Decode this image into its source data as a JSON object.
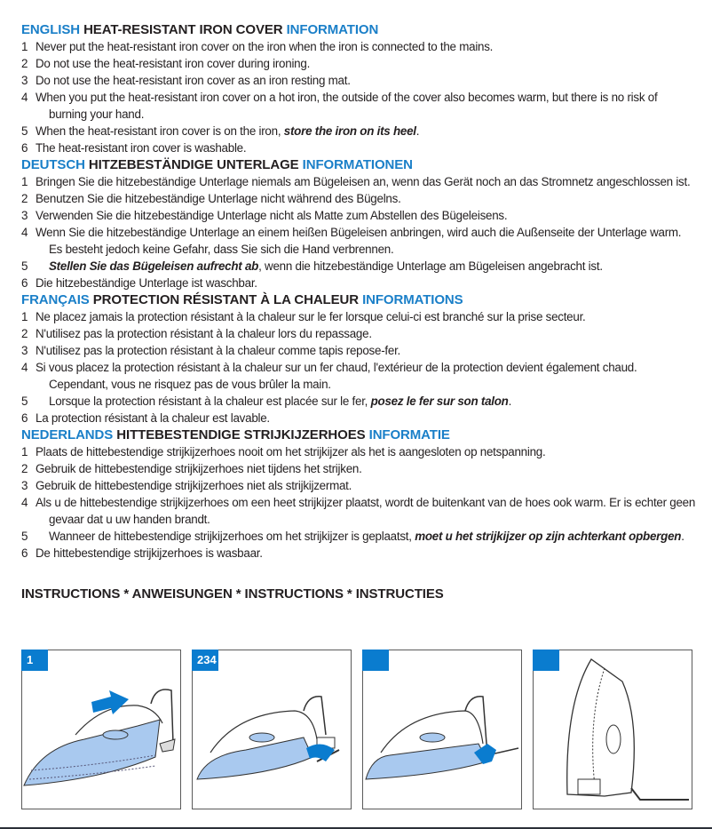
{
  "sections": [
    {
      "lang": "ENGLISH",
      "title": "HEAT-RESISTANT IRON COVER",
      "info": "INFORMATION",
      "items": [
        {
          "num": "1",
          "parts": [
            {
              "t": "Never put the heat-resistant iron cover on the iron when the iron is connected to the mains."
            }
          ]
        },
        {
          "num": "2",
          "parts": [
            {
              "t": "Do not use the heat-resistant iron cover during ironing."
            }
          ]
        },
        {
          "num": "3",
          "parts": [
            {
              "t": "Do not use the heat-resistant iron cover as an iron resting mat."
            }
          ]
        },
        {
          "num": "4",
          "parts": [
            {
              "t": "When you put the heat-resistant iron cover on a hot iron, the outside of the cover also becomes warm, but there is no risk of burning your hand."
            }
          ]
        },
        {
          "num": "5",
          "parts": [
            {
              "t": "When the heat-resistant iron cover is on the iron, "
            },
            {
              "t": "store the iron on its heel",
              "em": true
            },
            {
              "t": "."
            }
          ]
        },
        {
          "num": "6",
          "parts": [
            {
              "t": "The heat-resistant iron cover is washable."
            }
          ]
        }
      ]
    },
    {
      "lang": "DEUTSCH",
      "title": "HITZEBESTÄNDIGE UNTERLAGE",
      "info": "INFORMATIONEN",
      "items": [
        {
          "num": "1",
          "parts": [
            {
              "t": "Bringen Sie die hitzebeständige Unterlage niemals am Bügeleisen an, wenn das Gerät noch an das Stromnetz angeschlossen ist."
            }
          ]
        },
        {
          "num": "2",
          "parts": [
            {
              "t": "Benutzen Sie die hitzebeständige Unterlage nicht während des Bügelns."
            }
          ]
        },
        {
          "num": "3",
          "parts": [
            {
              "t": "Verwenden Sie die hitzebeständige Unterlage nicht als Matte zum Abstellen des Bügeleisens."
            }
          ]
        },
        {
          "num": "4",
          "parts": [
            {
              "t": "Wenn Sie die hitzebeständige Unterlage an einem heißen Bügeleisen anbringen, wird auch die Außenseite der Unterlage warm. Es besteht jedoch keine Gefahr, dass Sie sich die Hand verbrennen."
            }
          ]
        },
        {
          "num": "5",
          "parts": [
            {
              "t": "Stellen Sie das Bügeleisen aufrecht ab",
              "em": true
            },
            {
              "t": ", wenn die hitzebeständige Unterlage am Bügeleisen angebracht ist."
            }
          ]
        },
        {
          "num": "6",
          "parts": [
            {
              "t": "Die hitzebeständige Unterlage ist waschbar."
            }
          ]
        }
      ]
    },
    {
      "lang": "FRANÇAIS",
      "title": "PROTECTION RÉSISTANT À LA CHALEUR",
      "info": "INFORMATIONS",
      "items": [
        {
          "num": "1",
          "parts": [
            {
              "t": "Ne placez jamais la protection résistant à la chaleur sur le fer lorsque celui-ci est branché sur la prise secteur."
            }
          ]
        },
        {
          "num": "2",
          "parts": [
            {
              "t": "N'utilisez pas la protection résistant à la chaleur lors du repassage."
            }
          ]
        },
        {
          "num": "3",
          "parts": [
            {
              "t": "N'utilisez pas la protection résistant à la chaleur comme tapis repose-fer."
            }
          ]
        },
        {
          "num": "4",
          "parts": [
            {
              "t": "Si vous placez la protection résistant à la chaleur sur un fer chaud, l'extérieur de la protection devient également chaud. Cependant, vous ne risquez pas de vous brûler la main."
            }
          ]
        },
        {
          "num": "5",
          "parts": [
            {
              "t": "Lorsque la protection résistant à la chaleur est placée sur le fer, "
            },
            {
              "t": "posez le fer sur son talon",
              "em": true
            },
            {
              "t": "."
            }
          ]
        },
        {
          "num": "6",
          "parts": [
            {
              "t": "La protection résistant à la chaleur est lavable."
            }
          ]
        }
      ]
    },
    {
      "lang": "NEDERLANDS",
      "title": "HITTEBESTENDIGE STRIJKIJZERHOES",
      "info": "INFORMATIE",
      "items": [
        {
          "num": "1",
          "parts": [
            {
              "t": "Plaats de hittebestendige strijkijzerhoes nooit om het strijkijzer als het is aangesloten op netspanning."
            }
          ]
        },
        {
          "num": "2",
          "parts": [
            {
              "t": "Gebruik de hittebestendige strijkijzerhoes niet tijdens het strijken."
            }
          ]
        },
        {
          "num": "3",
          "parts": [
            {
              "t": "Gebruik de hittebestendige strijkijzerhoes niet als strijkijzermat."
            }
          ]
        },
        {
          "num": "4",
          "parts": [
            {
              "t": "Als u de hittebestendige strijkijzerhoes om een heet strijkijzer plaatst, wordt de buitenkant van de hoes ook warm. Er is echter geen gevaar dat u uw handen brandt."
            }
          ]
        },
        {
          "num": "5",
          "parts": [
            {
              "t": "Wanneer de hittebestendige strijkijzerhoes om het strijkijzer is geplaatst, "
            },
            {
              "t": "moet u het strijkijzer op zijn achterkant opbergen",
              "em": true
            },
            {
              "t": "."
            }
          ]
        },
        {
          "num": "6",
          "parts": [
            {
              "t": "De hittebestendige strijkijzerhoes is wasbaar."
            }
          ]
        }
      ]
    }
  ],
  "instructions_heading": "INSTRUCTIONS * ANWEISUNGEN * INSTRUCTIONS * INSTRUCTIES",
  "panels": [
    {
      "badge": "1",
      "scene": "cover-slide-on"
    },
    {
      "badge": "234",
      "scene": "cover-fasten-back"
    },
    {
      "badge": "",
      "scene": "cover-fitted"
    },
    {
      "badge": "",
      "scene": "iron-on-heel"
    }
  ],
  "colors": {
    "accent": "#1a7fc8",
    "badge": "#0a7ccf",
    "cover": "#a9c9ef"
  }
}
